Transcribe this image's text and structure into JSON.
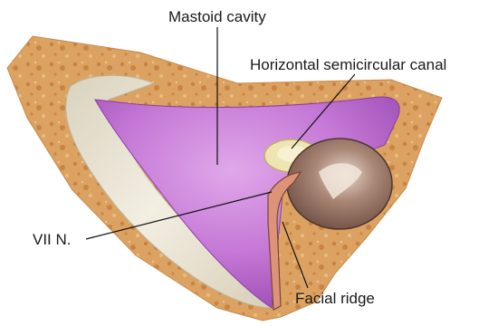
{
  "labels": {
    "mastoid_cavity": "Mastoid cavity",
    "horizontal_canal": "Horizontal semicircular canal",
    "vii_nerve": "VII N.",
    "facial_ridge": "Facial ridge"
  },
  "colors": {
    "bone": "#dba060",
    "bone_pore": "#c07a3a",
    "cortex": "#e7e1cf",
    "cavity": "#c87ad6",
    "cavity_dark": "#9c4cb3",
    "canal": "#efe4b0",
    "antrum": "#8a6a5c",
    "nerve": "#d98f74",
    "leader": "#111111"
  }
}
